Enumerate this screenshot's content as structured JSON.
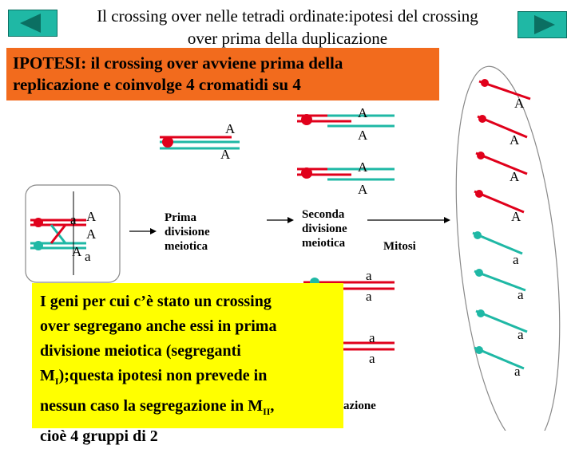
{
  "title": "Il crossing over nelle tetradi ordinate:ipotesi del crossing over prima della duplicazione",
  "nav": {
    "prev_icon": "triangle-left-icon",
    "next_icon": "triangle-right-icon"
  },
  "hypothesis": "IPOTESI: il crossing over avviene prima della replicazione e coinvolge 4 cromatidi su 4",
  "labels": {
    "prima": "Prima divisione meiotica",
    "seconda": "Seconda divisione meiotica",
    "mitosi": "Mitosi",
    "hidden_tail": "azione"
  },
  "alleles": {
    "A": "A",
    "a": "a"
  },
  "ascus_alleles": [
    "A",
    "A",
    "A",
    "A",
    "a",
    "a",
    "a",
    "a"
  ],
  "note_lines": [
    "I geni per cui c’è stato un crossing",
    "over segregano anche essi in prima",
    "divisione meiotica   (segreganti",
    "M",
    ");questa ipotesi non prevede in",
    "nessun caso la segregazione in M",
    ",",
    "cioè 4 gruppi di 2"
  ],
  "subscripts": {
    "one": "I",
    "two": "II"
  },
  "colors": {
    "teal": "#1fb8a5",
    "red": "#e0001b",
    "orange": "#f26b1d",
    "yellow": "#ffff00"
  }
}
